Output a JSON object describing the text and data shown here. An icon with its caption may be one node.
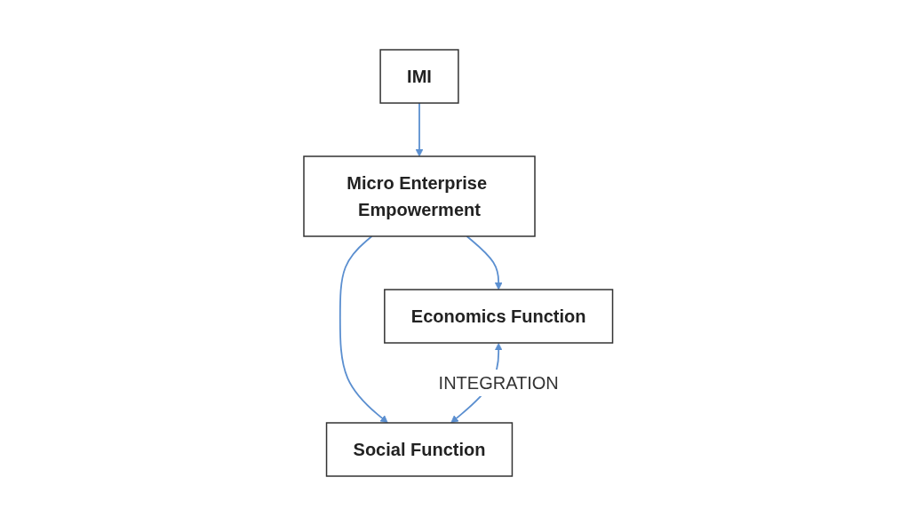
{
  "diagram": {
    "nodes": [
      {
        "text": [
          "IMI"
        ]
      },
      {
        "text": [
          "Micro Enterprise Empowerment"
        ]
      },
      {
        "text": [
          "Economics Function"
        ]
      },
      {
        "text": [
          "Social Function"
        ]
      }
    ],
    "edges": [
      {
        "from": 0,
        "to": 1,
        "arrow": "to"
      },
      {
        "from": 1,
        "to": 2,
        "arrow": "to"
      },
      {
        "from": 1,
        "to": 3,
        "arrow": "to"
      },
      {
        "from": 2,
        "to": 3,
        "arrow": "both",
        "label": "INTEGRATION"
      }
    ]
  }
}
